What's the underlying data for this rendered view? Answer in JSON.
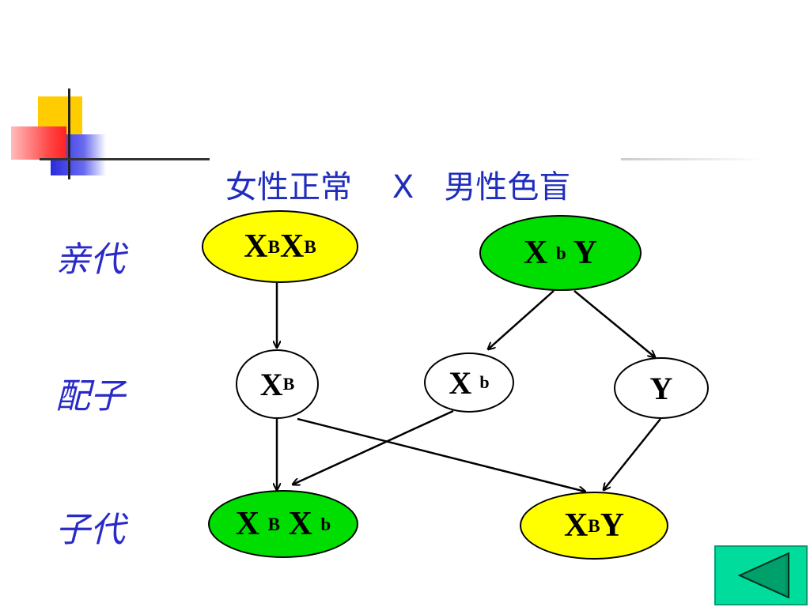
{
  "header": {
    "title": "女性正常    X   男性色盲"
  },
  "generations": {
    "parents": "亲代",
    "gametes": "配子",
    "offspring": "子代"
  },
  "nodes": {
    "mother": {
      "b1": "X",
      "s1": "B",
      "b2": "X",
      "s2": "B"
    },
    "father": {
      "b1": "X ",
      "s1": "b",
      "b2": " Y"
    },
    "gamete_xB": {
      "b1": "X",
      "s1": "B"
    },
    "gamete_xb": {
      "b1": "X ",
      "s1": "b"
    },
    "gamete_y": {
      "b1": "Y"
    },
    "daughter": {
      "b1": "X ",
      "s1": "B",
      "b2": " X ",
      "s2": "b"
    },
    "son": {
      "b1": "X",
      "s1": "B",
      "b2": "Y"
    }
  },
  "colors": {
    "female_normal": "#ffff00",
    "male_colorblind": "#00dd00",
    "gamete": "#ffffff",
    "nav_button": "#00dc9c"
  },
  "icons": {
    "nav": "back-triangle-icon"
  }
}
